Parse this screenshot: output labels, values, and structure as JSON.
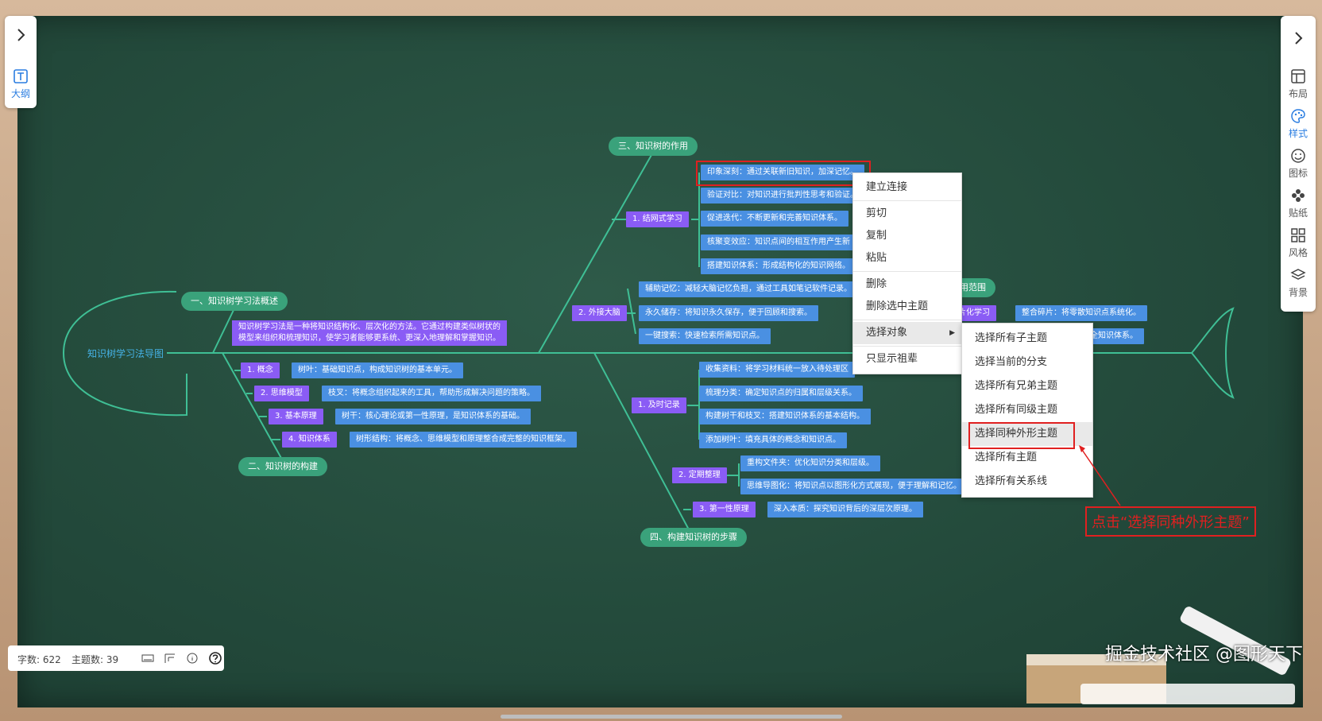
{
  "left_toolbar": {
    "outline_label": "大纲"
  },
  "right_toolbar": {
    "items": [
      {
        "label": "布局",
        "icon": "layout-icon"
      },
      {
        "label": "样式",
        "icon": "palette-icon"
      },
      {
        "label": "图标",
        "icon": "smile-icon"
      },
      {
        "label": "贴纸",
        "icon": "flower-icon"
      },
      {
        "label": "风格",
        "icon": "grid-icon"
      },
      {
        "label": "背景",
        "icon": "layers-icon"
      }
    ]
  },
  "mindmap": {
    "root": "知识树学习法导图",
    "sections": {
      "s1": "一、知识树学习法概述",
      "s1_desc": "知识树学习法是一种将知识结构化、层次化的方法。它通过构建类似树状的模型来组织和梳理知识，使学习者能够更系统、更深入地理解和掌握知识。",
      "s2": "二、知识树的构建",
      "s3": "三、知识树的作用",
      "s4": "四、构建知识树的步骤",
      "s5_partial": "用范围"
    },
    "s2_items": [
      {
        "key": "1. 概念",
        "text": "树叶：基础知识点，构成知识树的基本单元。"
      },
      {
        "key": "2. 思维模型",
        "text": "枝叉：将概念组织起来的工具，帮助形成解决问题的策略。"
      },
      {
        "key": "3. 基本原理",
        "text": "树干：核心理论或第一性原理，是知识体系的基础。"
      },
      {
        "key": "4. 知识体系",
        "text": "树形结构：将概念、思维模型和原理整合成完整的知识框架。"
      }
    ],
    "s3_group1": {
      "label": "1. 结网式学习",
      "items": [
        "印象深刻：通过关联新旧知识，加深记忆。",
        "验证对比：对知识进行批判性思考和验证。",
        "促进迭代：不断更新和完善知识体系。",
        "核聚变效应：知识点间的相互作用产生新",
        "搭建知识体系：形成结构化的知识网络。"
      ]
    },
    "s3_group2": {
      "label": "2. 外接大脑",
      "items": [
        "辅助记忆：减轻大脑记忆负担，通过工具如笔记软件记录。",
        "永久储存：将知识永久保存，便于回顾和搜索。",
        "一键搜索：快速检索所需知识点。"
      ]
    },
    "s4_group1": {
      "label": "1. 及时记录",
      "items": [
        "收集资料：将学习材料统一放入待处理区",
        "梳理分类：确定知识点的归属和层级关系。",
        "构建树干和枝叉：搭建知识体系的基本结构。",
        "添加树叶：填充具体的概念和知识点。"
      ]
    },
    "s4_group2": {
      "label": "2. 定期整理",
      "items": [
        "重构文件夹：优化知识分类和层级。",
        "思维导图化：将知识点以图形化方式展现，便于理解和记忆。"
      ]
    },
    "s4_group3": {
      "label": "3. 第一性原理",
      "items": [
        "深入本质：探究知识背后的深层次原理。"
      ]
    },
    "s5_items": [
      {
        "key": "片化学习",
        "text": "整合碎片：将零散知识点系统化。"
      },
      {
        "key": "",
        "text": "全知识体系。"
      }
    ]
  },
  "context_menu": {
    "items": [
      "建立连接",
      "剪切",
      "复制",
      "粘贴",
      "删除",
      "删除选中主题",
      "选择对象",
      "只显示祖辈"
    ],
    "submenu": [
      "选择所有子主题",
      "选择当前的分支",
      "选择所有兄弟主题",
      "选择所有同级主题",
      "选择同种外形主题",
      "选择所有主题",
      "选择所有关系线"
    ]
  },
  "callout": "点击“选择同种外形主题”",
  "status_bar": {
    "word_count": "字数: 622",
    "topic_count": "主题数: 39"
  },
  "watermark": "掘金技术社区 @图形天下"
}
